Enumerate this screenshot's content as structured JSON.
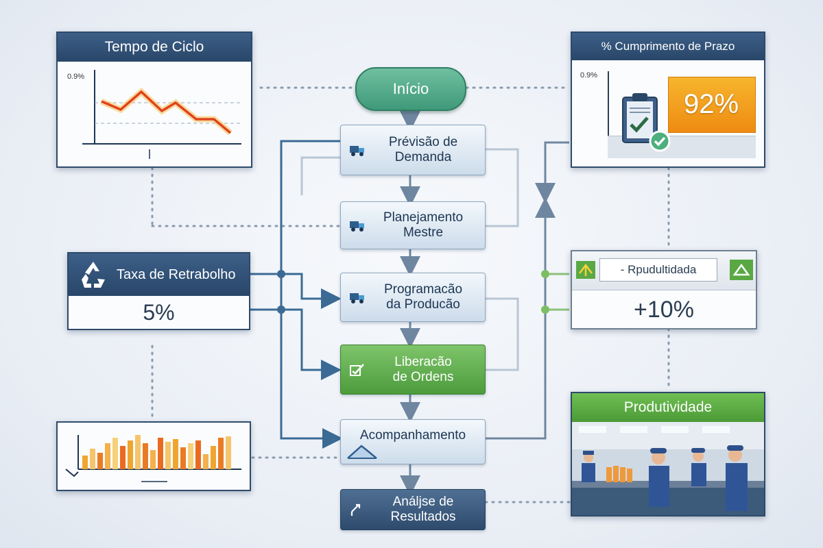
{
  "flow": {
    "start": "Início",
    "steps": [
      "Prévisão de\nDemanda",
      "Planejamento\nMestre",
      "Programacão\nda Producão",
      "Liberacão\nde Ordens",
      "Acompanhamento",
      "Análjse de\nResultados"
    ]
  },
  "panels": {
    "cycle_time": {
      "title": "Tempo de Ciclo",
      "axis_label": "0.9%"
    },
    "deadline": {
      "title": "% Cumprimento de Prazo",
      "axis_label": "0.9%",
      "value": "92%"
    },
    "rework": {
      "title": "Taxa de Retrabolho",
      "value": "5%"
    },
    "productivity_change": {
      "title": "- Rpudultidada",
      "value": "+10%"
    },
    "productivity_photo": {
      "title": "Produtividade"
    }
  },
  "colors": {
    "navy": "#2e4a6b",
    "green": "#4b9a36",
    "orange": "#f39a1c",
    "teal": "#3f9a7a"
  }
}
